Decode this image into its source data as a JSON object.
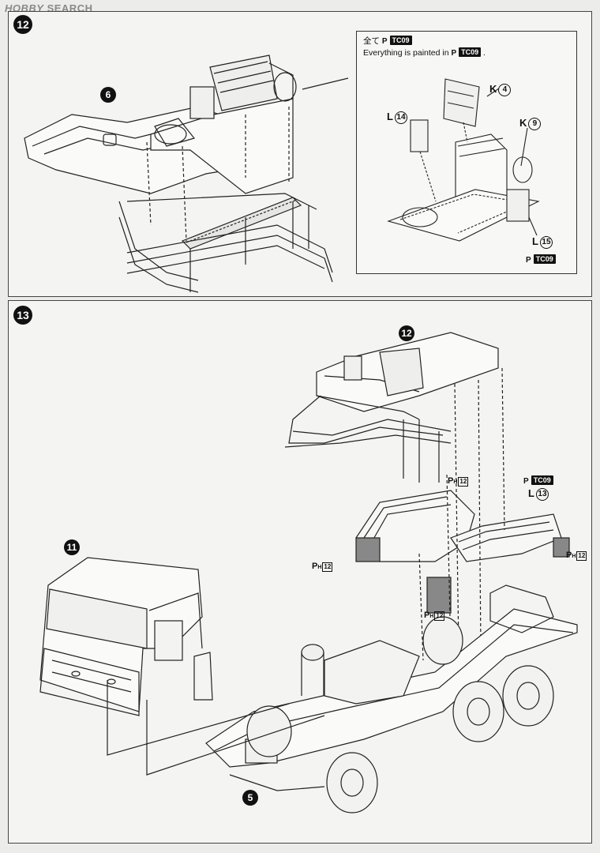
{
  "watermark": {
    "logo": "HOBBY",
    "text": "SEARCH"
  },
  "step12": {
    "number": "12",
    "subassembly_ref": "6",
    "inset_note_jp": "全て",
    "inset_note_en": "Everything is painted in",
    "paint_code": "TC09",
    "parts": [
      {
        "letter": "K",
        "num": "4"
      },
      {
        "letter": "L",
        "num": "14"
      },
      {
        "letter": "K",
        "num": "9"
      },
      {
        "letter": "L",
        "num": "15"
      }
    ]
  },
  "step13": {
    "number": "13",
    "ref_top": "12",
    "ref_cab": "11",
    "ref_chassis": "5",
    "paint_code": "TC09",
    "fender_part": {
      "letter": "L",
      "num": "13"
    },
    "ph_code": "12",
    "ph_letter": "P",
    "ph_sub": "H"
  },
  "colors": {
    "line": "#222222",
    "paint_badge": "#111111",
    "panel_bg": "#f4f4f2"
  }
}
